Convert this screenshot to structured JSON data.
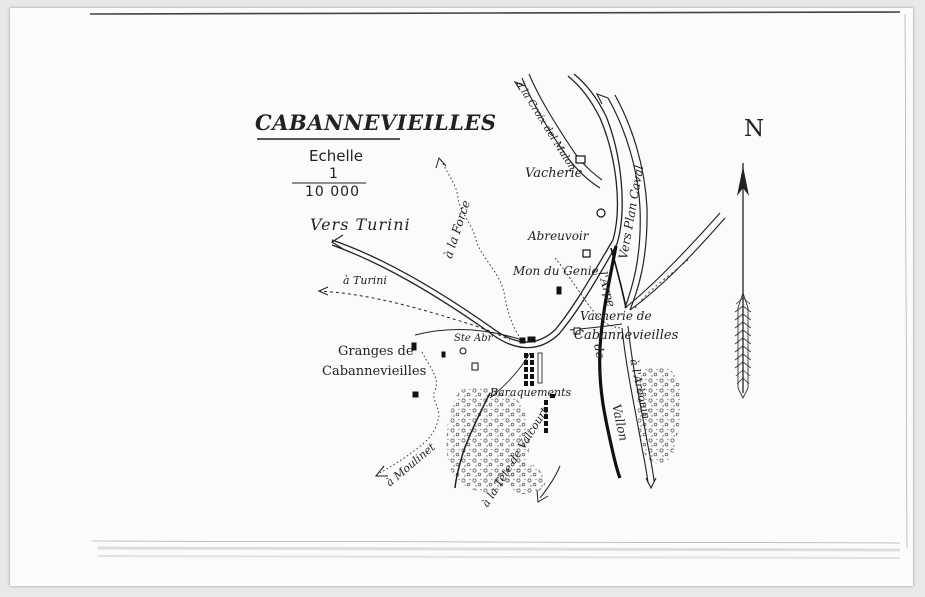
{
  "map": {
    "title": "CABANNEVIEILLES",
    "scale": {
      "label": "Echelle",
      "numerator": "1",
      "denominator": "10 000"
    },
    "north": "N",
    "places": {
      "vacherie": "Vacherie",
      "abreuvoir": "Abreuvoir",
      "maison_genie": "Mon du Genie",
      "vacherie_de": "Vacherie de",
      "cabannevieilles": "Cabannevieilles",
      "granges_de": "Granges de",
      "granges_cabannevieilles": "Cabannevieilles",
      "chapel": "Ste Abr",
      "baraquements": "Baraquements"
    },
    "roads": {
      "vers_turini": "Vers Turini",
      "a_turini": "à Turini",
      "a_la_force": "à la Force",
      "croix_mulon": "à la Croix del Mulon",
      "vers_plan_caval": "Vers Plan Caval",
      "a_moulinet": "à Moulinet",
      "tete_de_valcourt": "à la Tête de Valcourt",
      "a_larbouin": "à l'Arbouin"
    },
    "streams": {
      "vallon": "Vallon",
      "de": "de",
      "larpe": "l'Arpe"
    }
  }
}
